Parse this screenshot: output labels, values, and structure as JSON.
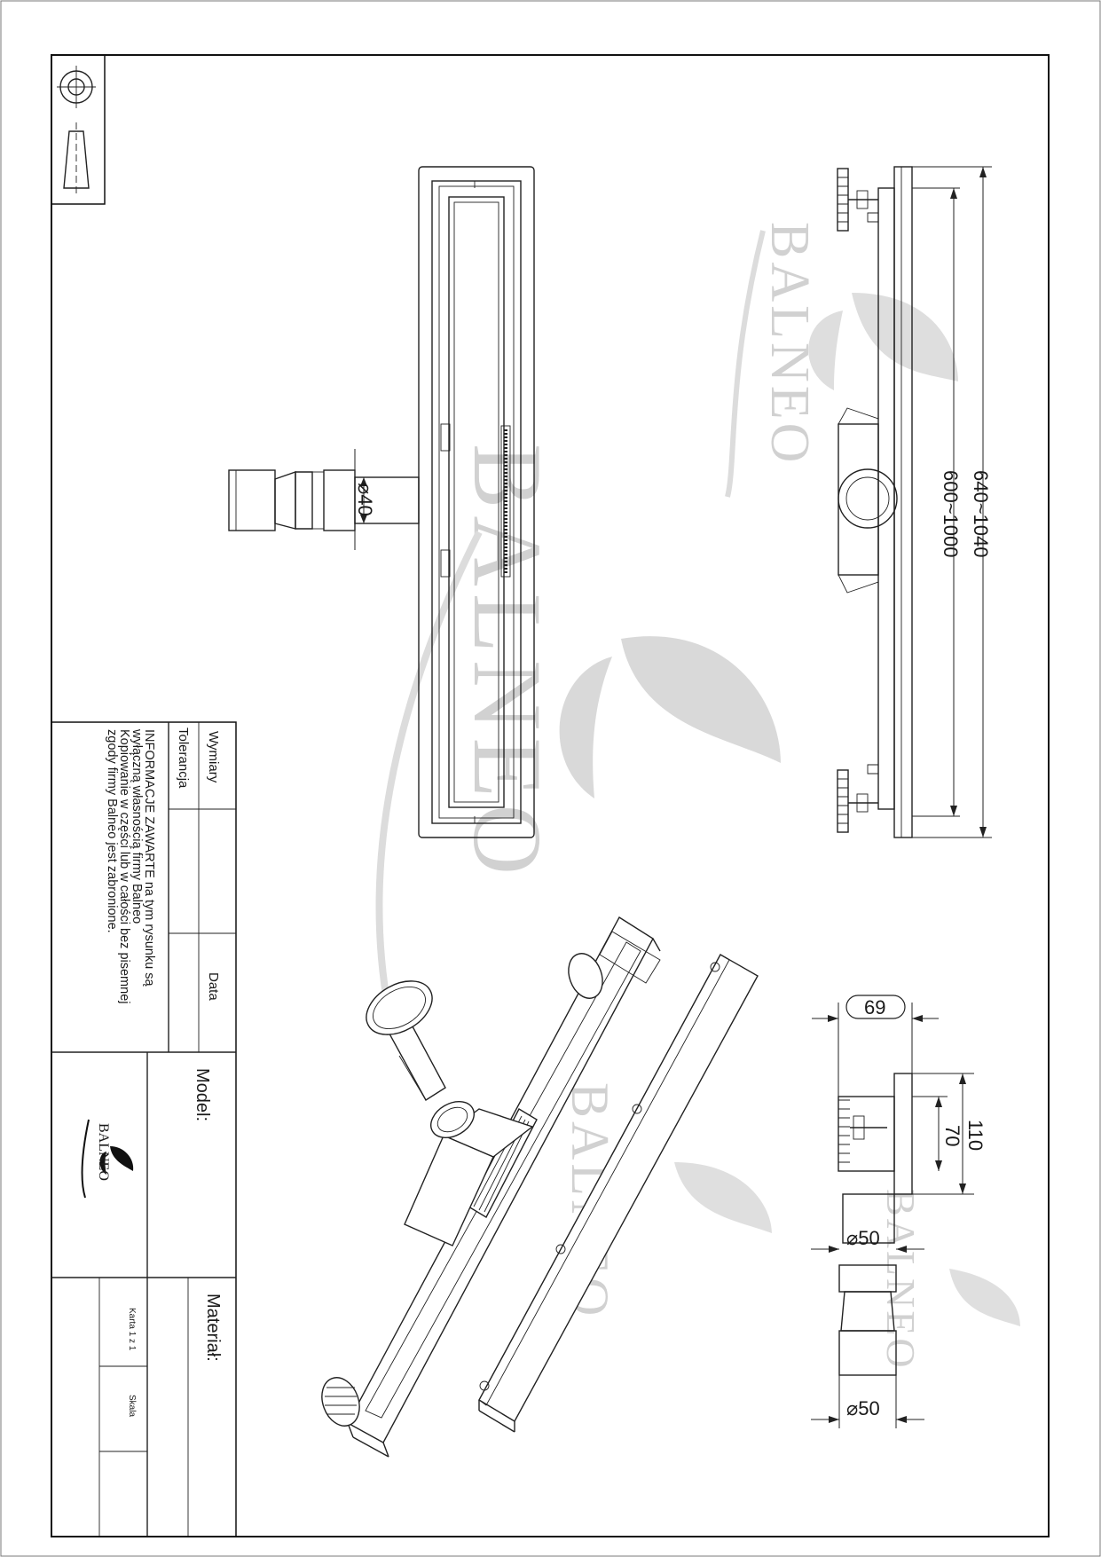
{
  "title_block": {
    "wymiary": "Wymiary",
    "tolerancja": "Tolerancja",
    "data": "Data",
    "info_line1": "INFORMACJE ZAWARTE na tym rysunku są",
    "info_line2": "wyłączną własnością firmy Balneo",
    "info_line3": "Kopiowanie w części lub w całości bez pisemnej",
    "info_line4": "zgody firmy Balneo jest zabronione.",
    "model_label": "Model:",
    "material_label": "Materiał:",
    "karta": "Karta 1 z 1",
    "skala": "Skala",
    "logo_text": "BALNEO"
  },
  "watermark": {
    "brand": "BALNEO",
    "color": "#c9c9c9"
  },
  "dimensions": {
    "outer_length": "640~1040",
    "inner_length": "600~1000",
    "outlet_top": "⌀40",
    "width": "69",
    "height_total": "110",
    "height_body": "70",
    "outlet_side_1": "⌀50",
    "outlet_side_2": "⌀50"
  }
}
